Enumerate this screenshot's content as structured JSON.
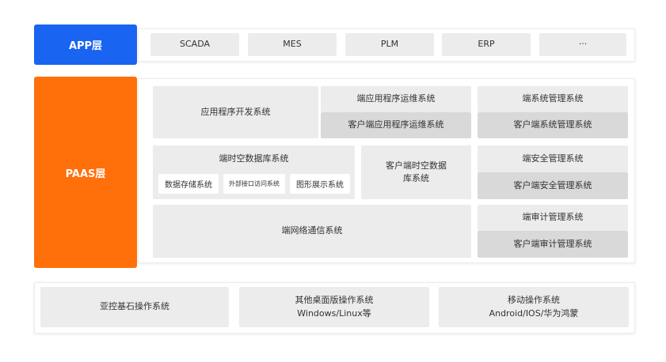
{
  "app": {
    "label": "APP层",
    "items": [
      "SCADA",
      "MES",
      "PLM",
      "ERP",
      "···"
    ]
  },
  "paas": {
    "label": "PAAS层",
    "app_dev": "应用程序开发系统",
    "app_ops": "端应用程序运维系统",
    "client_app_ops": "客户端应用程序运维系统",
    "sys_mgmt": "端系统管理系统",
    "client_sys_mgmt": "客户端系统管理系统",
    "tsdb": "端时空数据库系统",
    "tsdb_items": [
      "数据存储系统",
      "外部接口访问系统",
      "图形展示系统"
    ],
    "client_tsdb_line1": "客户端时空数据",
    "client_tsdb_line2": "库系统",
    "sec_mgmt": "端安全管理系统",
    "client_sec_mgmt": "客户端安全管理系统",
    "network": "端网络通信系统",
    "audit_mgmt": "端审计管理系统",
    "client_audit_mgmt": "客户端审计管理系统"
  },
  "os": {
    "yakong": "亚控基石操作系统",
    "desktop_line1": "其他桌面版操作系统",
    "desktop_line2": "Windows/Linux等",
    "mobile_line1": "移动操作系统",
    "mobile_line2": "Android/IOS/华为鸿蒙"
  },
  "colors": {
    "app_label": "#1a64f2",
    "paas_label": "#ff6f0a",
    "box": "#ececec",
    "box_dark": "#d9d9d9"
  }
}
